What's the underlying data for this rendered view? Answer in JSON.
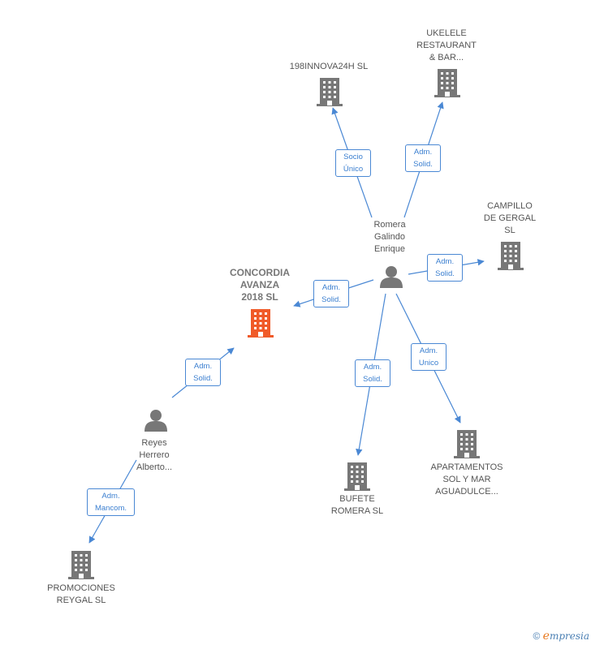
{
  "nodes": {
    "innova": {
      "lines": [
        "198INNOVA24H SL"
      ]
    },
    "ukelele": {
      "lines": [
        "UKELELE",
        "RESTAURANT",
        "& BAR..."
      ]
    },
    "campillo": {
      "lines": [
        "CAMPILLO",
        "DE GERGAL",
        "SL"
      ]
    },
    "concordia": {
      "lines": [
        "CONCORDIA",
        "AVANZA",
        "2018  SL"
      ]
    },
    "romera": {
      "lines": [
        "Romera",
        "Galindo",
        "Enrique"
      ]
    },
    "reyes": {
      "lines": [
        "Reyes",
        "Herrero",
        "Alberto..."
      ]
    },
    "bufete": {
      "lines": [
        "BUFETE",
        "ROMERA SL"
      ]
    },
    "apartamentos": {
      "lines": [
        "APARTAMENTOS",
        "SOL Y MAR",
        "AGUADULCE..."
      ]
    },
    "promociones": {
      "lines": [
        "PROMOCIONES",
        "REYGAL SL"
      ]
    }
  },
  "edges": {
    "socio_unico": {
      "lines": [
        "Socio",
        "Único"
      ]
    },
    "adm_solid_ukelele": {
      "lines": [
        "Adm.",
        "Solid."
      ]
    },
    "adm_solid_campillo": {
      "lines": [
        "Adm.",
        "Solid."
      ]
    },
    "adm_solid_concordia": {
      "lines": [
        "Adm.",
        "Solid."
      ]
    },
    "adm_solid_bufete": {
      "lines": [
        "Adm.",
        "Solid."
      ]
    },
    "adm_unico": {
      "lines": [
        "Adm.",
        "Unico"
      ]
    },
    "adm_solid_reyes": {
      "lines": [
        "Adm.",
        "Solid."
      ]
    },
    "adm_mancom": {
      "lines": [
        "Adm.",
        "Mancom."
      ]
    }
  },
  "colors": {
    "building": "#777777",
    "main_building": "#f05a28",
    "person": "#777777",
    "edge": "#4a88d4"
  },
  "footer": {
    "copyright": "©",
    "brand_first": "e",
    "brand_rest": "mpresia"
  }
}
